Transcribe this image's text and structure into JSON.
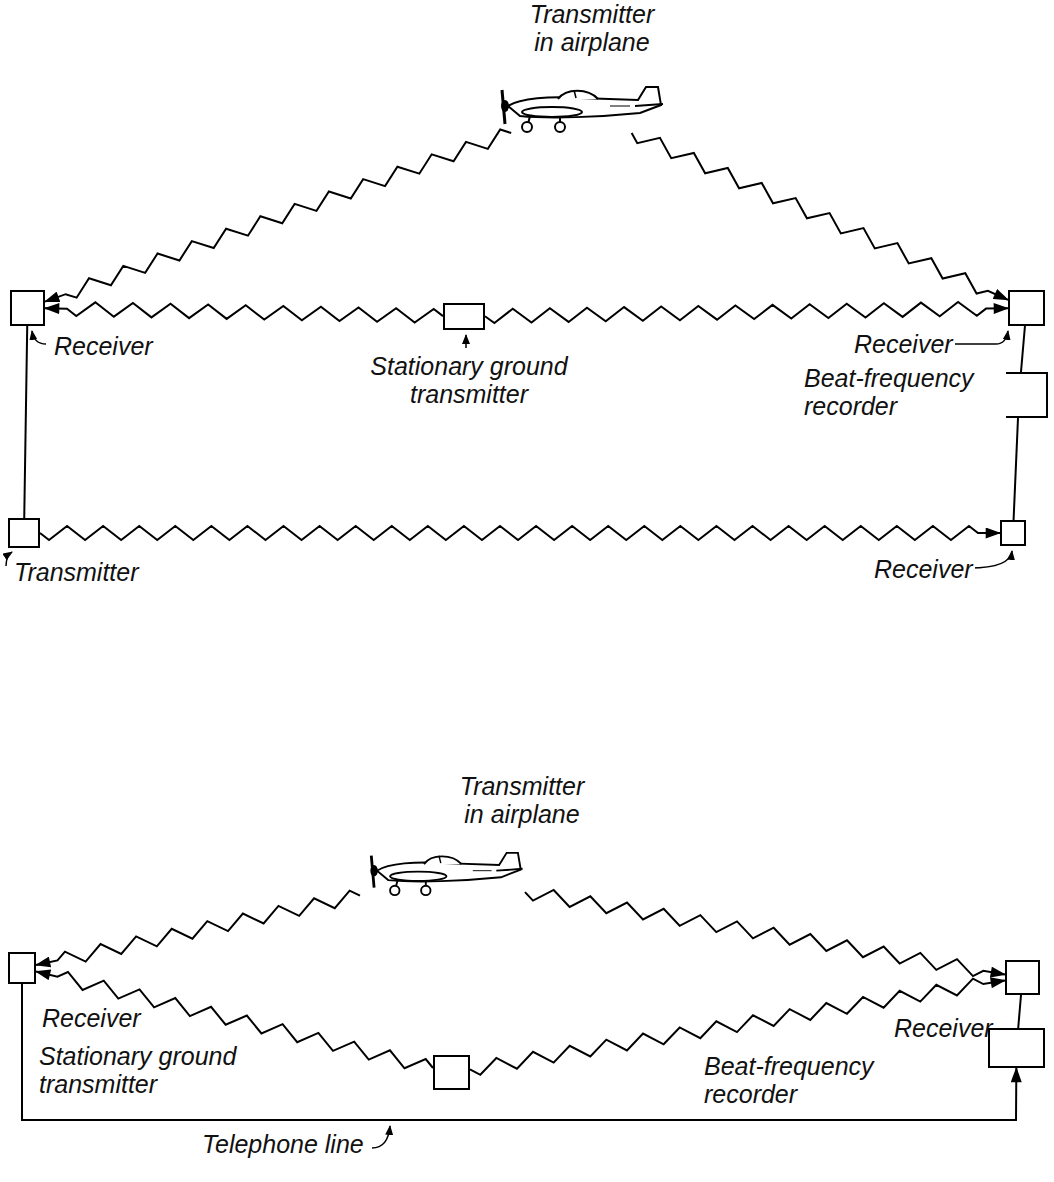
{
  "diagram": {
    "nodes": [
      {
        "text": [
          "Transmitter in airplane"
        ]
      },
      {
        "text": [
          "Receiver"
        ]
      },
      {
        "text": [
          "Stationary ground transmitter"
        ]
      },
      {
        "text": [
          "Receiver"
        ]
      },
      {
        "text": [
          "Beat-frequency recorder"
        ]
      },
      {
        "text": [
          "Transmitter"
        ]
      },
      {
        "text": [
          "Receiver"
        ]
      },
      {
        "text": [
          "Transmitter in airplane"
        ]
      },
      {
        "text": [
          "Receiver"
        ]
      },
      {
        "text": [
          "Stationary ground transmitter"
        ]
      },
      {
        "text": [
          "Receiver"
        ]
      },
      {
        "text": [
          "Beat-frequency recorder"
        ]
      }
    ],
    "edges": [
      {
        "from": 0,
        "to": 1,
        "arrow": "to"
      },
      {
        "from": 0,
        "to": 3,
        "arrow": "to"
      },
      {
        "from": 2,
        "to": 1,
        "arrow": "to"
      },
      {
        "from": 2,
        "to": 3,
        "arrow": "to"
      },
      {
        "from": 1,
        "to": 5,
        "arrow": "none"
      },
      {
        "from": 3,
        "to": 4,
        "arrow": "none"
      },
      {
        "from": 4,
        "to": 6,
        "arrow": "none"
      },
      {
        "from": 5,
        "to": 6,
        "arrow": "to"
      },
      {
        "from": 7,
        "to": 8,
        "arrow": "to"
      },
      {
        "from": 7,
        "to": 10,
        "arrow": "to"
      },
      {
        "from": 9,
        "to": 8,
        "arrow": "to"
      },
      {
        "from": 9,
        "to": 10,
        "arrow": "to"
      },
      {
        "from": 10,
        "to": 11,
        "arrow": "none"
      },
      {
        "from": 8,
        "to": 11,
        "label": "Telephone line",
        "arrow": "to"
      }
    ]
  }
}
